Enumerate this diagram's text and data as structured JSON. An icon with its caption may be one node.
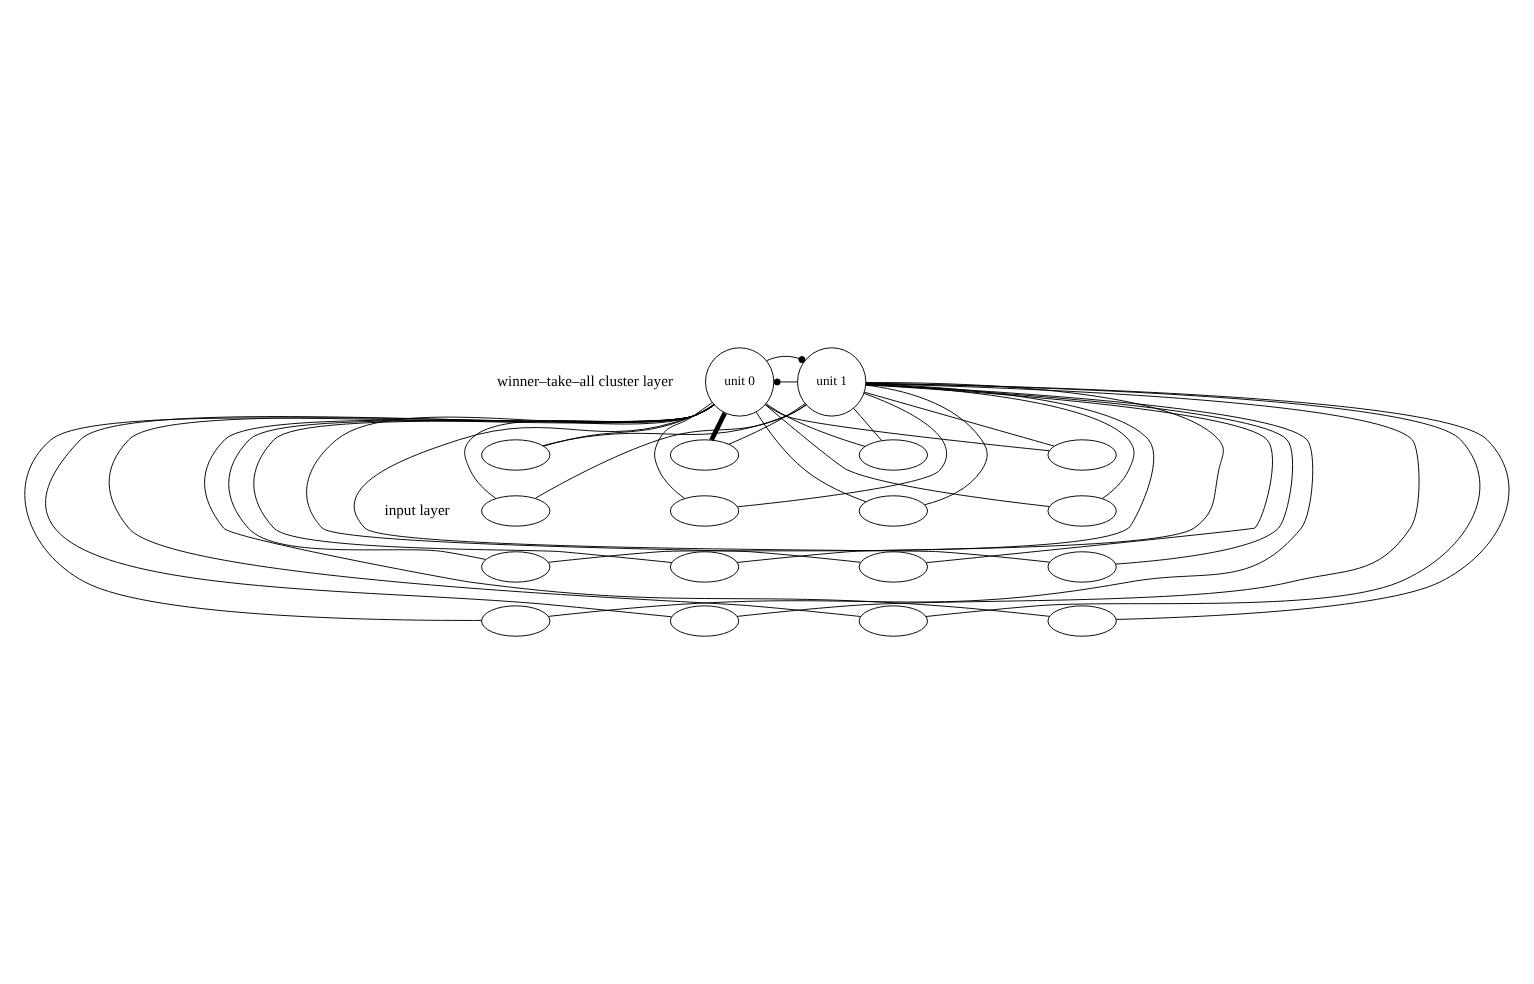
{
  "diagram": {
    "nodes": [
      {
        "text": [
          "unit 0"
        ]
      },
      {
        "text": [
          "unit 1"
        ]
      },
      {
        "text": [],
        "shape": "ellipse"
      },
      {
        "text": [],
        "shape": "ellipse"
      },
      {
        "text": [],
        "shape": "ellipse"
      },
      {
        "text": [],
        "shape": "ellipse"
      },
      {
        "text": [],
        "shape": "ellipse"
      },
      {
        "text": [],
        "shape": "ellipse"
      },
      {
        "text": [],
        "shape": "ellipse"
      },
      {
        "text": [],
        "shape": "ellipse"
      },
      {
        "text": [],
        "shape": "ellipse"
      },
      {
        "text": [],
        "shape": "ellipse"
      },
      {
        "text": [],
        "shape": "ellipse"
      },
      {
        "text": [],
        "shape": "ellipse"
      },
      {
        "text": [],
        "shape": "ellipse"
      },
      {
        "text": [],
        "shape": "ellipse"
      },
      {
        "text": [],
        "shape": "ellipse"
      },
      {
        "text": [],
        "shape": "ellipse"
      }
    ],
    "edges": [
      {
        "from": 1,
        "to": 0,
        "arrow": "other"
      },
      {
        "from": 0,
        "to": 1,
        "arrow": "other"
      },
      {
        "from": 0,
        "to": 2,
        "arrow": "none"
      },
      {
        "from": 0,
        "to": 3,
        "arrow": "none",
        "style": "thick"
      },
      {
        "from": 0,
        "to": 4,
        "arrow": "none"
      },
      {
        "from": 0,
        "to": 5,
        "arrow": "none"
      },
      {
        "from": 0,
        "to": 6,
        "arrow": "none"
      },
      {
        "from": 0,
        "to": 7,
        "arrow": "none"
      },
      {
        "from": 0,
        "to": 8,
        "arrow": "none"
      },
      {
        "from": 0,
        "to": 9,
        "arrow": "none"
      },
      {
        "from": 0,
        "to": 10,
        "arrow": "none"
      },
      {
        "from": 0,
        "to": 11,
        "arrow": "none"
      },
      {
        "from": 0,
        "to": 12,
        "arrow": "none"
      },
      {
        "from": 0,
        "to": 13,
        "arrow": "none"
      },
      {
        "from": 0,
        "to": 14,
        "arrow": "none"
      },
      {
        "from": 0,
        "to": 15,
        "arrow": "none"
      },
      {
        "from": 0,
        "to": 16,
        "arrow": "none"
      },
      {
        "from": 0,
        "to": 17,
        "arrow": "none"
      },
      {
        "from": 1,
        "to": 2,
        "arrow": "none"
      },
      {
        "from": 1,
        "to": 3,
        "arrow": "none"
      },
      {
        "from": 1,
        "to": 4,
        "arrow": "none"
      },
      {
        "from": 1,
        "to": 5,
        "arrow": "none"
      },
      {
        "from": 1,
        "to": 6,
        "arrow": "none"
      },
      {
        "from": 1,
        "to": 7,
        "arrow": "none"
      },
      {
        "from": 1,
        "to": 8,
        "arrow": "none"
      },
      {
        "from": 1,
        "to": 9,
        "arrow": "none"
      },
      {
        "from": 1,
        "to": 10,
        "arrow": "none"
      },
      {
        "from": 1,
        "to": 11,
        "arrow": "none"
      },
      {
        "from": 1,
        "to": 12,
        "arrow": "none"
      },
      {
        "from": 1,
        "to": 13,
        "arrow": "none"
      },
      {
        "from": 1,
        "to": 14,
        "arrow": "none"
      },
      {
        "from": 1,
        "to": 15,
        "arrow": "none"
      },
      {
        "from": 1,
        "to": 16,
        "arrow": "none"
      },
      {
        "from": 1,
        "to": 17,
        "arrow": "none"
      }
    ],
    "labels": [
      "winner–take–all cluster layer",
      "input layer"
    ]
  }
}
